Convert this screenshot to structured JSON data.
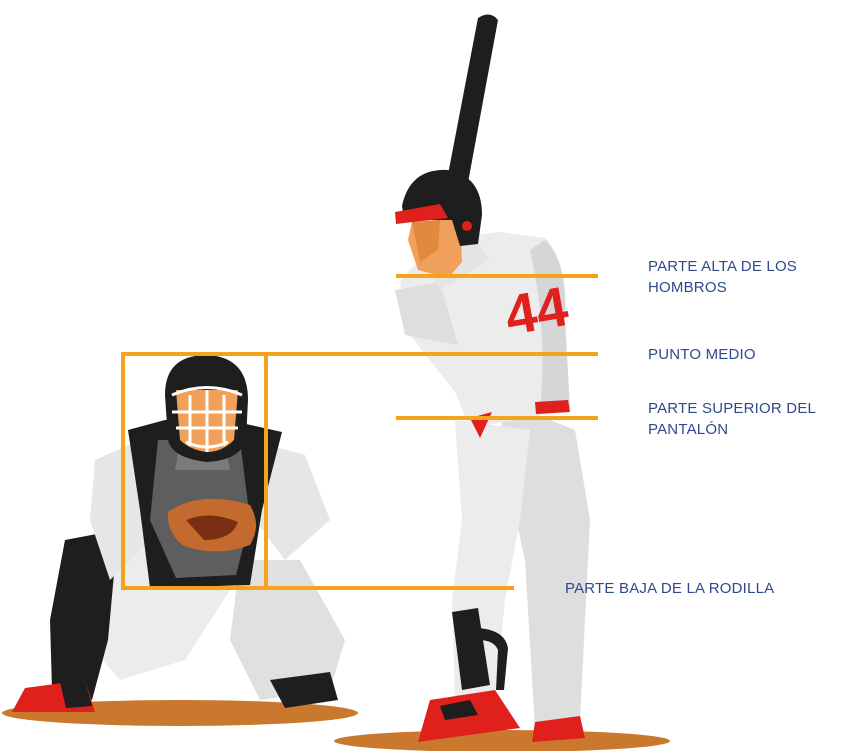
{
  "labels": {
    "shoulders_line1": "PARTE ALTA DE LOS",
    "shoulders_line2": "HOMBROS",
    "midpoint": "PUNTO MEDIO",
    "pants_line1": "PARTE SUPERIOR DEL",
    "pants_line2": "PANTALÓN",
    "knee": "PARTE BAJA DE LA RODILLA"
  },
  "jersey_number": "44",
  "colors": {
    "zone_lines": "#f7a21b",
    "label_text": "#2e4a8a",
    "uniform": "#ececec",
    "uniform_shadow": "#d6d6d6",
    "accent_red": "#e0201c",
    "black_gear": "#1e1e1e",
    "dirt": "#c9782e",
    "skin": "#f0a05a"
  }
}
